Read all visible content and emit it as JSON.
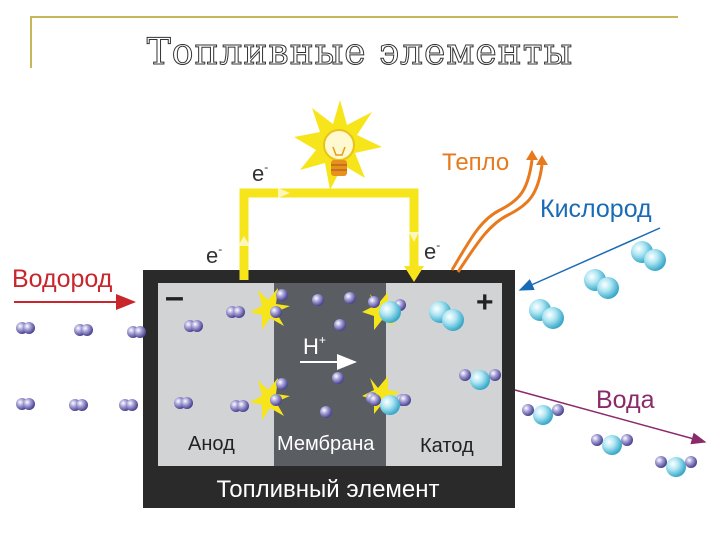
{
  "slide": {
    "title": "Топливные элементы"
  },
  "diagram": {
    "electron_label": "e",
    "electron_sign": "-",
    "heat_label": "Тепло",
    "oxygen_label": "Кислород",
    "hydrogen_label": "Водород",
    "water_label": "Вода",
    "anode_sign": "–",
    "cathode_sign": "+",
    "proton_label": "H",
    "proton_sign": "+",
    "anode_label": "Анод",
    "membrane_label": "Мембрана",
    "cathode_label": "Катод",
    "cell_label": "Топливный элемент"
  },
  "colors": {
    "wire": "#f7e51c",
    "heat": "#e87a1e",
    "oxygen_text": "#1a6bb5",
    "hydrogen_text": "#c8262c",
    "water_text": "#8b2a6b",
    "cell_frame": "#2a2a2a",
    "membrane": "#5a5e63",
    "electrode": "#d2d3d4",
    "h2_molecule": "#7a73b8",
    "water_molecule": "#8fd3e6"
  }
}
